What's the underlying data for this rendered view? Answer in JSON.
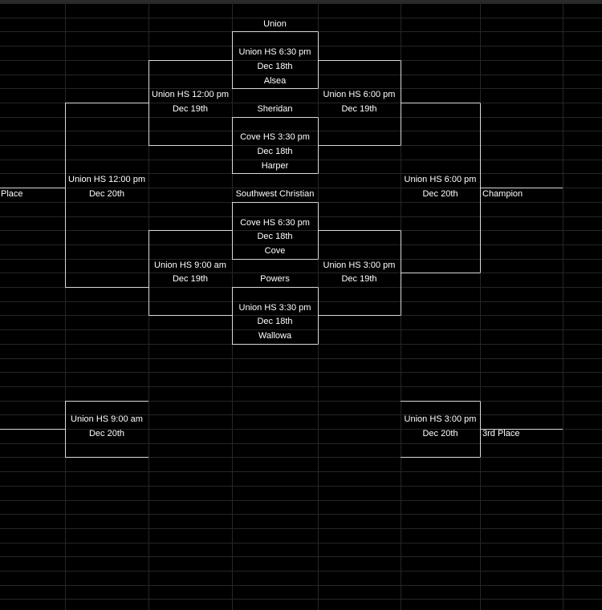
{
  "bracket": {
    "top_team": "Union",
    "g1": {
      "loc": "Union HS 6:30 pm",
      "date": "Dec 18th"
    },
    "team_alsea": "Alsea",
    "g_sf1": {
      "loc": "Union HS 12:00 pm",
      "date": "Dec 19th"
    },
    "team_sheridan": "Sheridan",
    "g_sf2": {
      "loc": "Union HS 6:00 pm",
      "date": "Dec 19th"
    },
    "g2": {
      "loc": "Cove HS 3:30 pm",
      "date": "Dec 18th"
    },
    "team_harper": "Harper",
    "g_cons_final": {
      "loc": "Union HS 12:00 pm",
      "date": "Dec 20th"
    },
    "label_left": "Place",
    "team_swc": "Southwest Christian",
    "g_final": {
      "loc": "Union HS 6:00 pm",
      "date": "Dec 20th"
    },
    "label_champion": "Champion",
    "g3": {
      "loc": "Cove HS 6:30 pm",
      "date": "Dec 18th"
    },
    "team_cove": "Cove",
    "g_sf3": {
      "loc": "Union HS 9:00 am",
      "date": "Dec 19th"
    },
    "team_powers": "Powers",
    "g_sf4": {
      "loc": "Union HS 3:00 pm",
      "date": "Dec 19th"
    },
    "g4": {
      "loc": "Union HS 3:30 pm",
      "date": "Dec 18th"
    },
    "team_wallowa": "Wallowa",
    "g_left_bottom": {
      "loc": "Union HS 9:00 am",
      "date": "Dec 20th"
    },
    "g_third": {
      "loc": "Union HS 3:00 pm",
      "date": "Dec 20th"
    },
    "label_third": "3rd Place"
  },
  "colors": {
    "background": "#000000",
    "gridline": "#262626",
    "bracket_line": "#d9d9d9",
    "text": "#ffffff"
  }
}
